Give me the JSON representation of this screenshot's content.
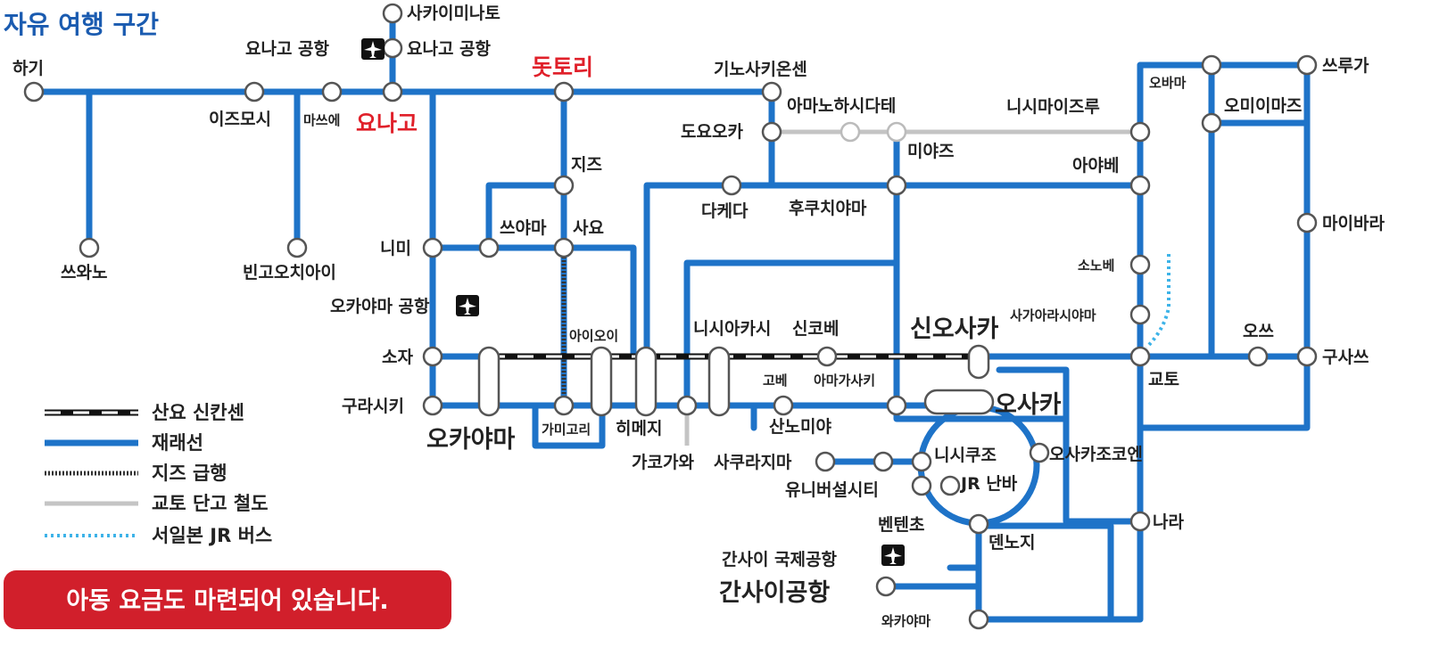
{
  "title": "자유 여행 구간",
  "stations": {
    "hagi": "하기",
    "sawano": "쓰와노",
    "izumoshi": "이즈모시",
    "binkoochiai": "빈고오치아이",
    "masee": "마쓰에",
    "yonago": "요나고",
    "sakaiminato": "사카이미나토",
    "yonago_airport_1": "요나고 공항",
    "yonago_airport_2": "요나고 공항",
    "tottori": "돗토리",
    "kinosakionsen": "기노사키온센",
    "amanohashidate": "아마노하시다테",
    "toyooka": "도요오카",
    "miyazu": "미야즈",
    "nishimaizuru": "니시마이즈루",
    "obama": "오바마",
    "tsuruga": "쓰루가",
    "omiimaizu": "오미이마즈",
    "ayabe": "아야베",
    "fukuchiyama": "후쿠치야마",
    "takeda": "다케다",
    "chizu": "지즈",
    "sayo": "사요",
    "tsuyama": "쓰야마",
    "niimi": "니미",
    "maibara": "마이바라",
    "sonobe": "소노베",
    "sagaarashiyama": "사가아라시야마",
    "shinosaka": "신오사카",
    "otsu": "오쓰",
    "kusatsu": "구사쓰",
    "kyoto": "교토",
    "okayama_airport": "오카야마 공항",
    "soja": "소자",
    "kurashiki": "구라시키",
    "okayama": "오카야마",
    "aioi": "아이오이",
    "nishiakashi": "니시아카시",
    "shinkobe": "신코베",
    "kobe": "고베",
    "amagasaki": "아마가사키",
    "osaka": "오사카",
    "sannomiya": "산노미야",
    "kamigori": "가미고리",
    "himeji": "히메지",
    "kakogawa": "가코가와",
    "sakurajima": "사쿠라지마",
    "universalcity": "유니버설시티",
    "nishikujo": "니시쿠조",
    "osakajokoen": "오사카조코엔",
    "jrnamba": "JR 난바",
    "bentencho": "벤텐초",
    "nara": "나라",
    "tennoji": "덴노지",
    "kansai_intl_airport": "간사이 국제공항",
    "kansai_airport": "간사이공항",
    "wakayama": "와카야마"
  },
  "legend": {
    "sanyo_shinkansen": "산요 신칸센",
    "conventional": "재래선",
    "chizu_express": "지즈 급행",
    "kyoto_tango": "교토 단고 철도",
    "westjr_bus": "서일본 JR 버스"
  },
  "notice": "아동 요금도 마련되어 있습니다.",
  "colors": {
    "conventional_line": "#1e73c8",
    "kyoto_tango_line": "#c4c4c4",
    "bus_line": "#3db3e8",
    "title": "#1a5bb0",
    "highlight_station": "#e0202a",
    "notice_bg": "#d11f2b"
  },
  "icons": [
    "airplane-icon"
  ]
}
